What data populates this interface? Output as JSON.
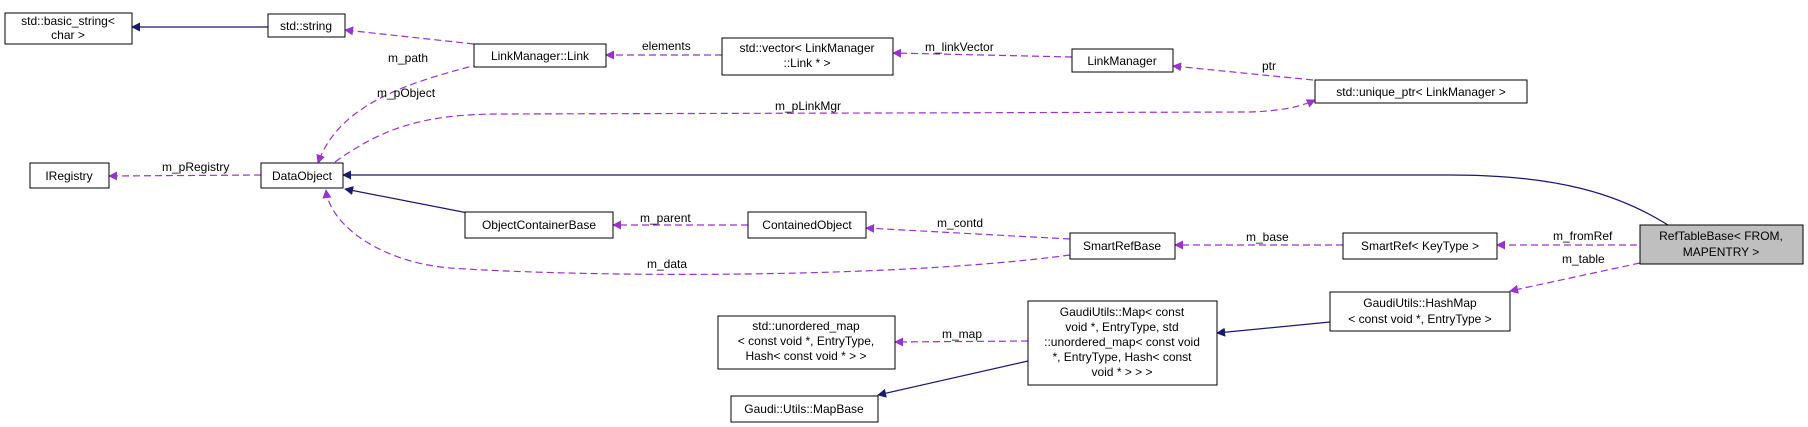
{
  "colors": {
    "inheritance_edge": "#191970",
    "usage_edge": "#9a32cd",
    "highlight_fill": "#bfbfbf"
  },
  "nodes": {
    "basic_string": [
      "std::basic_string<",
      "char >"
    ],
    "std_string": [
      "std::string"
    ],
    "link": [
      "LinkManager::Link"
    ],
    "vector": [
      "std::vector< LinkManager",
      "::Link * >"
    ],
    "linkmanager": [
      "LinkManager"
    ],
    "unique_ptr": [
      "std::unique_ptr< LinkManager >"
    ],
    "iregistry": [
      "IRegistry"
    ],
    "dataobject": [
      "DataObject"
    ],
    "objcontainer": [
      "ObjectContainerBase"
    ],
    "contained": [
      "ContainedObject"
    ],
    "smartrefbase": [
      "SmartRefBase"
    ],
    "smartref": [
      "SmartRef< KeyType >"
    ],
    "reftable": [
      "RefTableBase< FROM,",
      "MAPENTRY >"
    ],
    "unordered_map": [
      "std::unordered_map",
      "< const void *, EntryType,",
      "Hash< const void * > >"
    ],
    "gmap": [
      "GaudiUtils::Map< const",
      "void *, EntryType, std",
      "::unordered_map< const void",
      "*, EntryType, Hash< const",
      "void * > > >"
    ],
    "hashmap": [
      "GaudiUtils::HashMap",
      "< const void *, EntryType >"
    ],
    "mapbase": [
      "Gaudi::Utils::MapBase"
    ]
  },
  "edge_labels": {
    "m_path": "m_path",
    "elements": "elements",
    "m_linkVector": "m_linkVector",
    "ptr": "ptr",
    "m_pObject": "m_pObject",
    "m_pLinkMgr": "m_pLinkMgr",
    "m_pRegistry": "m_pRegistry",
    "m_parent": "m_parent",
    "m_contd": "m_contd",
    "m_base": "m_base",
    "m_fromRef": "m_fromRef",
    "m_data": "m_data",
    "m_table": "m_table",
    "m_map": "m_map"
  }
}
